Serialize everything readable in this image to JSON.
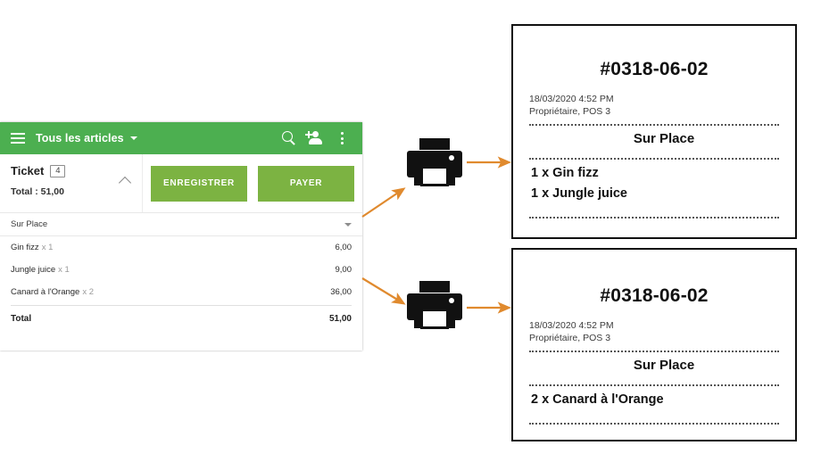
{
  "pos": {
    "app_bar": {
      "menu_icon": "hamburger-icon",
      "title": "Tous les articles",
      "dropdown_icon": "chevron-down-icon",
      "search_icon": "search-icon",
      "add_customer_icon": "person-add-icon",
      "overflow_icon": "kebab-menu-icon"
    },
    "ticket": {
      "label": "Ticket",
      "count": "4",
      "total_label": "Total :",
      "total_value": "51,00",
      "collapse_icon": "chevron-up-icon",
      "save_label": "ENREGISTRER",
      "pay_label": "PAYER"
    },
    "order_type": {
      "label": "Sur Place",
      "dropdown_icon": "chevron-down-icon"
    },
    "items": [
      {
        "name": "Gin fizz",
        "qty": "x 1",
        "price": "6,00"
      },
      {
        "name": "Jungle juice",
        "qty": "x 1",
        "price": "9,00"
      },
      {
        "name": "Canard à l'Orange",
        "qty": "x 2",
        "price": "36,00"
      }
    ],
    "total": {
      "label": "Total",
      "value": "51,00"
    }
  },
  "printers": [
    {
      "name": "printer-icon-top"
    },
    {
      "name": "printer-icon-bottom"
    }
  ],
  "receipts": [
    {
      "number": "#0318-06-02",
      "datetime": "18/03/2020 4:52 PM",
      "operator": "Propriétaire, POS 3",
      "mode": "Sur Place",
      "lines": [
        "1 x Gin fizz",
        "1 x Jungle juice"
      ]
    },
    {
      "number": "#0318-06-02",
      "datetime": "18/03/2020 4:52 PM",
      "operator": "Propriétaire, POS 3",
      "mode": "Sur Place",
      "lines": [
        "2 x Canard à l'Orange"
      ]
    }
  ],
  "colors": {
    "app_bar_green": "#4CAF50",
    "button_green": "#7CB342",
    "arrow_orange": "#E08A2E",
    "receipt_border": "#111111"
  }
}
